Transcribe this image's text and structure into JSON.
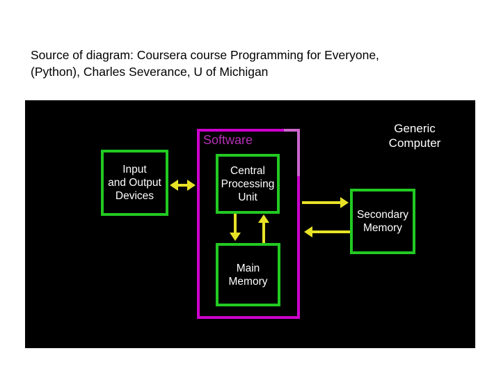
{
  "slide": {
    "caption_line1": "Source of diagram: Coursera course Programming for Everyone,",
    "caption_line2": "(Python), Charles Severance, U of Michigan"
  },
  "diagram": {
    "title_line1": "Generic",
    "title_line2": "Computer",
    "software_label": "Software",
    "io_box": {
      "line1": "Input",
      "line2": "and Output",
      "line3": "Devices"
    },
    "cpu_box": {
      "line1": "Central",
      "line2": "Processing",
      "line3": "Unit"
    },
    "main_memory_box": {
      "line1": "Main",
      "line2": "Memory"
    },
    "secondary_memory_box": {
      "line1": "Secondary",
      "line2": "Memory"
    },
    "arrows": [
      {
        "name": "io-devices-software-bidirectional",
        "direction": "left-right"
      },
      {
        "name": "software-to-secondary-memory",
        "direction": "right"
      },
      {
        "name": "secondary-memory-to-software",
        "direction": "left"
      },
      {
        "name": "cpu-to-main-memory",
        "direction": "down"
      },
      {
        "name": "main-memory-to-cpu",
        "direction": "up"
      }
    ]
  },
  "colors": {
    "slide-bg": "#ffffff",
    "diagram-bg": "#000000",
    "caption-text": "#000000",
    "box-text": "#ffffff",
    "box-green": "#22c922",
    "software-magenta": "#cc00cc",
    "software-pink": "#cc66cc",
    "software-label": "#b52fb5",
    "arrow-yellow": "#e8e227"
  }
}
